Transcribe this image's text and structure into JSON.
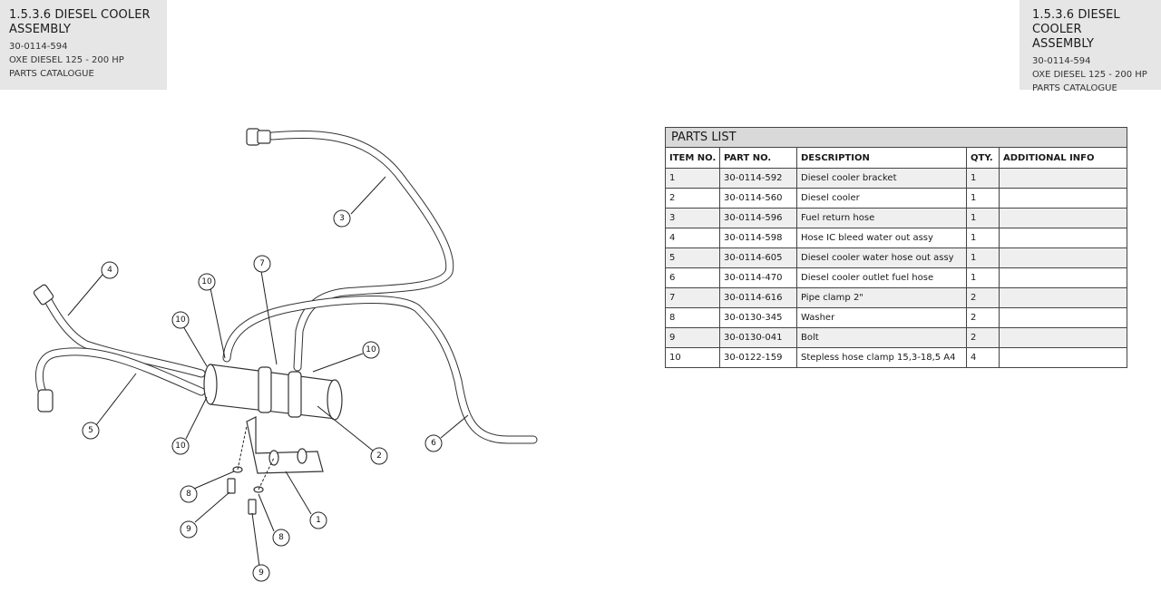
{
  "header": {
    "title_line1": "1.5.3.6 DIESEL COOLER",
    "title_line2": "ASSEMBLY",
    "code": "30-0114-594",
    "product": "OXE DIESEL 125 - 200 HP",
    "catalogue": "PARTS CATALOGUE"
  },
  "parts_list": {
    "caption": "PARTS LIST",
    "columns": [
      "ITEM NO.",
      "PART NO.",
      "DESCRIPTION",
      "QTY.",
      "ADDITIONAL INFO"
    ],
    "rows": [
      {
        "item": "1",
        "part": "30-0114-592",
        "desc": "Diesel cooler bracket",
        "qty": "1",
        "info": ""
      },
      {
        "item": "2",
        "part": "30-0114-560",
        "desc": "Diesel cooler",
        "qty": "1",
        "info": ""
      },
      {
        "item": "3",
        "part": "30-0114-596",
        "desc": "Fuel return hose",
        "qty": "1",
        "info": ""
      },
      {
        "item": "4",
        "part": "30-0114-598",
        "desc": "Hose IC bleed water out assy",
        "qty": "1",
        "info": ""
      },
      {
        "item": "5",
        "part": "30-0114-605",
        "desc": "Diesel cooler water hose out assy",
        "qty": "1",
        "info": ""
      },
      {
        "item": "6",
        "part": "30-0114-470",
        "desc": "Diesel cooler outlet fuel hose",
        "qty": "1",
        "info": ""
      },
      {
        "item": "7",
        "part": "30-0114-616",
        "desc": "Pipe clamp 2\"",
        "qty": "2",
        "info": ""
      },
      {
        "item": "8",
        "part": "30-0130-345",
        "desc": "Washer",
        "qty": "2",
        "info": ""
      },
      {
        "item": "9",
        "part": "30-0130-041",
        "desc": "Bolt",
        "qty": "2",
        "info": ""
      },
      {
        "item": "10",
        "part": "30-0122-159",
        "desc": "Stepless hose clamp 15,3-18,5 A4",
        "qty": "4",
        "info": ""
      }
    ]
  },
  "callouts": {
    "c1": "1",
    "c2": "2",
    "c3": "3",
    "c4": "4",
    "c5": "5",
    "c6": "6",
    "c7": "7",
    "c8a": "8",
    "c8b": "8",
    "c9a": "9",
    "c9b": "9",
    "c10a": "10",
    "c10b": "10",
    "c10c": "10",
    "c10d": "10"
  }
}
